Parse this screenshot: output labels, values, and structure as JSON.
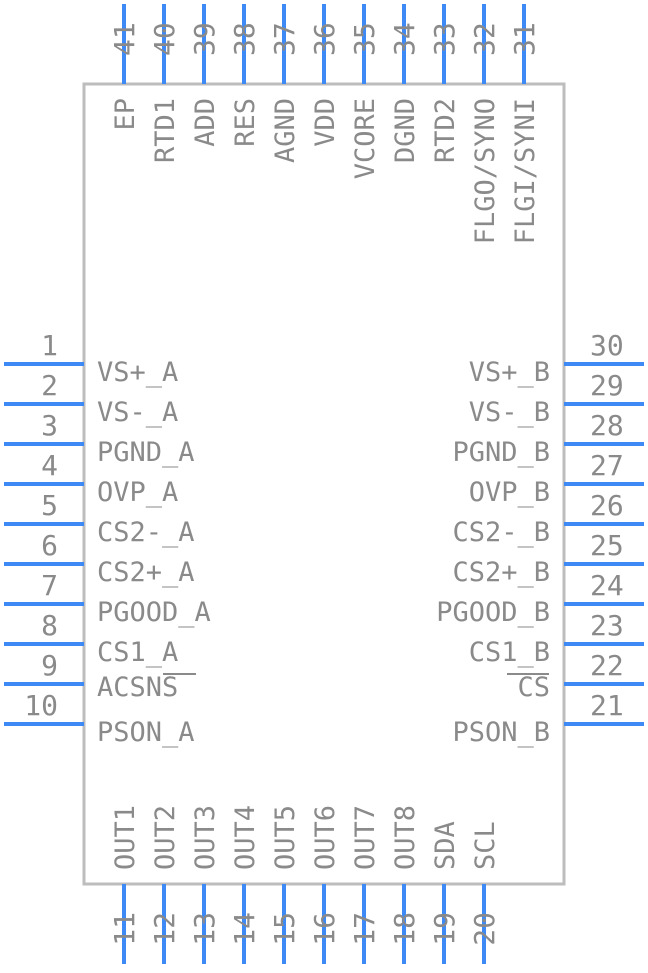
{
  "colors": {
    "pin": "#3d8af7",
    "body_stroke": "#bdbdbd",
    "text": "#8a8a8a"
  },
  "component": {
    "left_pins": [
      {
        "num": "1",
        "label": "VS+_A"
      },
      {
        "num": "2",
        "label": "VS-_A"
      },
      {
        "num": "3",
        "label": "PGND_A"
      },
      {
        "num": "4",
        "label": "OVP_A"
      },
      {
        "num": "5",
        "label": "CS2-_A"
      },
      {
        "num": "6",
        "label": "CS2+_A"
      },
      {
        "num": "7",
        "label": "PGOOD_A"
      },
      {
        "num": "8",
        "label": "CS1_A"
      },
      {
        "num": "9",
        "label": "ACSNS"
      },
      {
        "num": "10",
        "label": "PSON_A"
      }
    ],
    "right_pins": [
      {
        "num": "30",
        "label": "VS+_B"
      },
      {
        "num": "29",
        "label": "VS-_B"
      },
      {
        "num": "28",
        "label": "PGND_B"
      },
      {
        "num": "27",
        "label": "OVP_B"
      },
      {
        "num": "26",
        "label": "CS2-_B"
      },
      {
        "num": "25",
        "label": "CS2+_B"
      },
      {
        "num": "24",
        "label": "PGOOD_B"
      },
      {
        "num": "23",
        "label": "CS1_B"
      },
      {
        "num": "22",
        "label": "CS"
      },
      {
        "num": "21",
        "label": "PSON_B"
      }
    ],
    "top_pins": [
      {
        "num": "41",
        "label": "EP"
      },
      {
        "num": "40",
        "label": "RTD1"
      },
      {
        "num": "39",
        "label": "ADD"
      },
      {
        "num": "38",
        "label": "RES"
      },
      {
        "num": "37",
        "label": "AGND"
      },
      {
        "num": "36",
        "label": "VDD"
      },
      {
        "num": "35",
        "label": "VCORE"
      },
      {
        "num": "34",
        "label": "DGND"
      },
      {
        "num": "33",
        "label": "RTD2"
      },
      {
        "num": "32",
        "label": "FLGO/SYNO"
      },
      {
        "num": "31",
        "label": "FLGI/SYNI"
      }
    ],
    "bottom_pins": [
      {
        "num": "11",
        "label": "OUT1"
      },
      {
        "num": "12",
        "label": "OUT2"
      },
      {
        "num": "13",
        "label": "OUT3"
      },
      {
        "num": "14",
        "label": "OUT4"
      },
      {
        "num": "15",
        "label": "OUT5"
      },
      {
        "num": "16",
        "label": "OUT6"
      },
      {
        "num": "17",
        "label": "OUT7"
      },
      {
        "num": "18",
        "label": "OUT8"
      },
      {
        "num": "19",
        "label": "SDA"
      },
      {
        "num": "20",
        "label": "SCL"
      }
    ]
  }
}
